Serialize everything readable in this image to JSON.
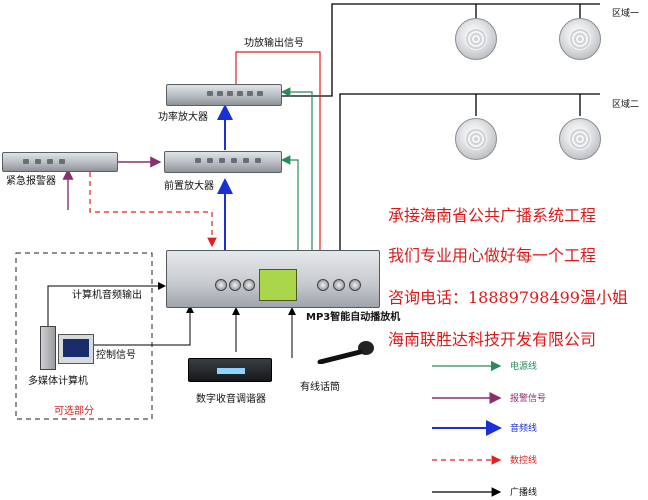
{
  "zones": {
    "zone1": "区域一",
    "zone2": "区域二"
  },
  "devices": {
    "power_amp": "功率放大器",
    "pre_amp": "前置放大器",
    "alarm": "紧急报警器",
    "mp3_player": "MP3智能自动播放机",
    "pc": "多媒体计算机",
    "tuner": "数字收音调谐器",
    "microphone": "有线话筒",
    "optional": "可选部分"
  },
  "signals": {
    "amp_output": "功放输出信号",
    "pc_audio_out": "计算机音频输出",
    "control_signal": "控制信号"
  },
  "promo": {
    "line1": "承接海南省公共广播系统工程",
    "line2": "我们专业用心做好每一个工程",
    "line3": "咨询电话：18889798499温小姐",
    "line4": "海南联胜达科技开发有限公司"
  },
  "legend": [
    {
      "label": "电源线",
      "color": "#2a8c5a",
      "style": "solid"
    },
    {
      "label": "报警信号",
      "color": "#8a2f6b",
      "style": "solid"
    },
    {
      "label": "音频线",
      "color": "#1a2fd6",
      "style": "solid"
    },
    {
      "label": "数控线",
      "color": "#e02020",
      "style": "dashed"
    },
    {
      "label": "广播线",
      "color": "#000000",
      "style": "solid"
    }
  ],
  "colors": {
    "power": "#2a8c5a",
    "alarm": "#8a2f6b",
    "audio": "#1a2fd6",
    "control": "#e02020",
    "broadcast": "#000000",
    "promo_text": "#e01818"
  },
  "icons": [
    "speaker-icon",
    "rack-device-icon",
    "computer-icon",
    "microphone-icon",
    "tuner-icon"
  ]
}
